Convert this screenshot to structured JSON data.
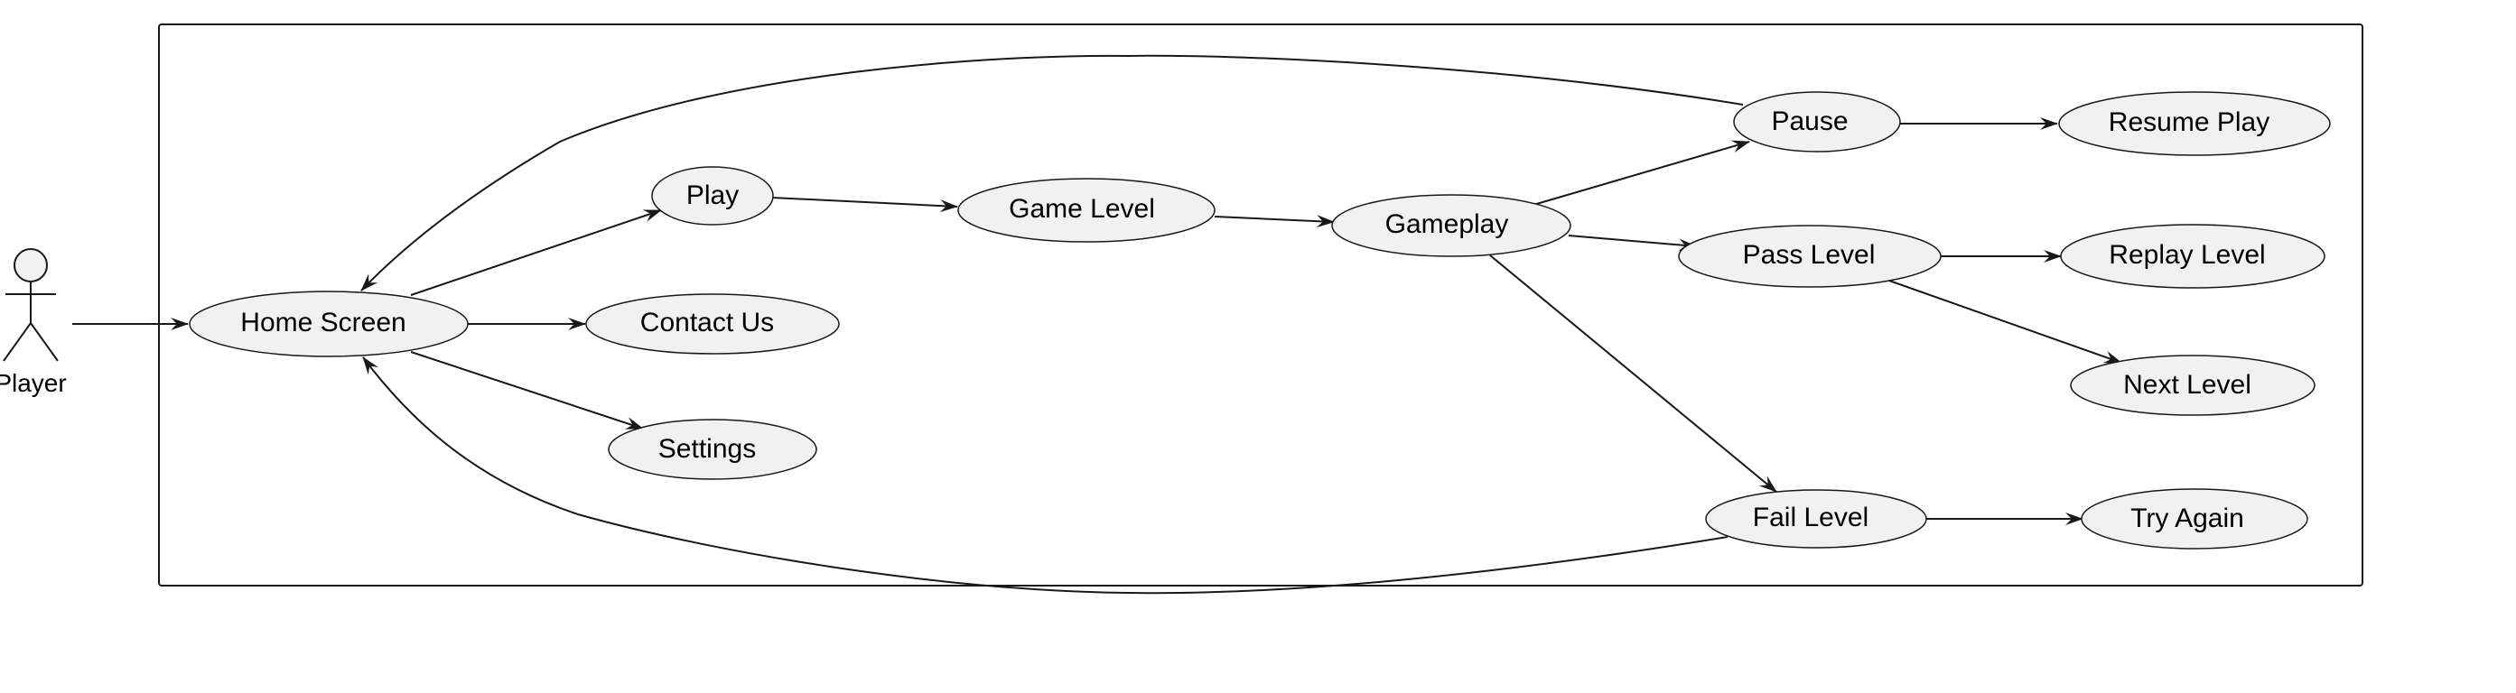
{
  "diagram": {
    "type": "use-case",
    "actor": {
      "label": "Player"
    },
    "use_cases": {
      "home": "Home Screen",
      "play": "Play",
      "contact": "Contact Us",
      "settings": "Settings",
      "game_level": "Game Level",
      "gameplay": "Gameplay",
      "pause": "Pause",
      "pass_level": "Pass Level",
      "fail_level": "Fail Level",
      "resume": "Resume Play",
      "replay": "Replay Level",
      "next": "Next Level",
      "try_again": "Try Again"
    },
    "edges": [
      {
        "from": "Player",
        "to": "Home Screen"
      },
      {
        "from": "Home Screen",
        "to": "Play"
      },
      {
        "from": "Home Screen",
        "to": "Contact Us"
      },
      {
        "from": "Home Screen",
        "to": "Settings"
      },
      {
        "from": "Play",
        "to": "Game Level"
      },
      {
        "from": "Game Level",
        "to": "Gameplay"
      },
      {
        "from": "Gameplay",
        "to": "Pause"
      },
      {
        "from": "Gameplay",
        "to": "Pass Level"
      },
      {
        "from": "Gameplay",
        "to": "Fail Level"
      },
      {
        "from": "Pause",
        "to": "Resume Play"
      },
      {
        "from": "Pause",
        "to": "Home Screen"
      },
      {
        "from": "Pass Level",
        "to": "Replay Level"
      },
      {
        "from": "Pass Level",
        "to": "Next Level"
      },
      {
        "from": "Fail Level",
        "to": "Try Again"
      },
      {
        "from": "Fail Level",
        "to": "Home Screen"
      }
    ],
    "colors": {
      "background": "#ffffff",
      "ellipse_fill": "#f1f1f1",
      "stroke": "#181818",
      "text": "#000000"
    }
  }
}
